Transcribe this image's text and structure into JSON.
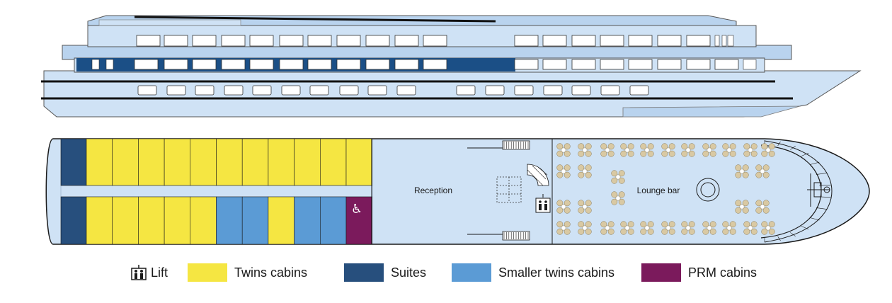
{
  "deck_plan": {
    "labels": {
      "reception": "Reception",
      "lounge_bar": "Lounge bar"
    }
  },
  "legend": {
    "lift": {
      "label": "Lift",
      "icon": "lift-icon"
    },
    "twins": {
      "label": "Twins cabins",
      "color": "#f5e642"
    },
    "suites": {
      "label": "Suites",
      "color": "#274f7d"
    },
    "smaller_twins": {
      "label": "Smaller twins cabins",
      "color": "#5b9bd5"
    },
    "prm": {
      "label": "PRM cabins",
      "color": "#7b1a5c"
    }
  },
  "colors": {
    "hull_light": "#cfe2f5",
    "hull_mid": "#b9d3ee",
    "window_band": "#1b4f86",
    "outline": "#1a1a1a",
    "table": "#d9c9a3"
  }
}
